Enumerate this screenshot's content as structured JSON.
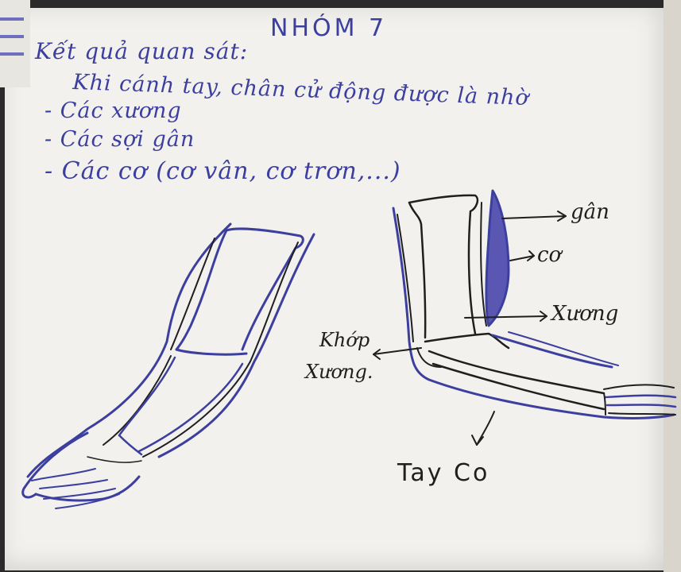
{
  "sheet": {
    "title": "NHÓM 7",
    "heading": "Kết quả quan sát:",
    "intro": "Khi cánh tay, chân cử động được là nhờ",
    "list": [
      "- Các xương",
      "- Các sợi gân",
      "- Các cơ (cơ vân, cơ trơn,...)"
    ]
  },
  "diagram": {
    "labels": {
      "tendon": "gân",
      "muscle": "cơ",
      "bone": "Xương",
      "joint_line1": "Khớp",
      "joint_line2": "Xương."
    },
    "caption": "Tay Co"
  },
  "colors": {
    "paper": "#f2f1ee",
    "blue_marker": "#3d3f9e",
    "black_marker": "#1f1f1f",
    "muscle_fill": "#5a57b3"
  }
}
